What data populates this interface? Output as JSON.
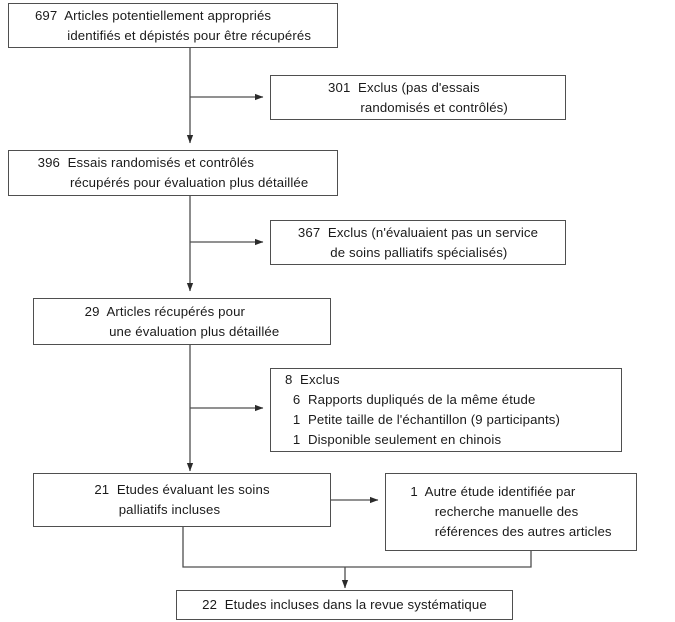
{
  "diagram": {
    "type": "flowchart",
    "title": "PRISMA-style study selection flow diagram (French)",
    "language": "fr",
    "colors": {
      "box_border": "#4f4f4f",
      "connector": "#4f4f4f",
      "text": "#1a1a1a",
      "background": "#ffffff"
    },
    "nodes": [
      {
        "id": "identified",
        "count": "697",
        "line1": "697  Articles potentiellement appropriés",
        "line2": "identifiés et dépistés pour être récupérés"
      },
      {
        "id": "excluded-1",
        "count": "301",
        "line1": "301  Exclus (pas d'essais",
        "line2": "randomisés et contrôlés)"
      },
      {
        "id": "rct-retrieved",
        "count": "396",
        "line1": "396  Essais randomisés et contrôlés",
        "line2": "récupérés pour évaluation plus détaillée"
      },
      {
        "id": "excluded-2",
        "count": "367",
        "line1": "367  Exclus (n'évaluaient pas un service",
        "line2": "de soins palliatifs spécialisés)"
      },
      {
        "id": "articles-retrieved",
        "count": "29",
        "line1": "29  Articles récupérés pour",
        "line2": "une évaluation plus détaillée"
      },
      {
        "id": "excluded-3",
        "count": "8",
        "line1": "8  Exclus",
        "line2": "6  Rapports dupliqués de la même étude",
        "line3": "1  Petite taille de l'échantillon (9 participants)",
        "line4": "1  Disponible seulement en chinois"
      },
      {
        "id": "studies-included",
        "count": "21",
        "line1": "21  Etudes évaluant les soins",
        "line2": "palliatifs incluses"
      },
      {
        "id": "hand-search",
        "count": "1",
        "line1": "1  Autre étude identifiée par",
        "line2": "recherche manuelle des",
        "line3": "références des autres articles"
      },
      {
        "id": "total-included",
        "count": "22",
        "line1": "22  Etudes incluses dans la revue systématique"
      }
    ],
    "connectors": [
      {
        "id": "trunk-identified-to-rct",
        "from": "identified",
        "to": "rct-retrieved",
        "kind": "vertical-arrow"
      },
      {
        "id": "branch-to-excluded-1",
        "from": "identified",
        "to": "excluded-1",
        "kind": "horizontal-arrow"
      },
      {
        "id": "trunk-rct-to-articles",
        "from": "rct-retrieved",
        "to": "articles-retrieved",
        "kind": "vertical-arrow"
      },
      {
        "id": "branch-to-excluded-2",
        "from": "rct-retrieved",
        "to": "excluded-2",
        "kind": "horizontal-arrow"
      },
      {
        "id": "trunk-articles-to-studies",
        "from": "articles-retrieved",
        "to": "studies-included",
        "kind": "vertical-arrow"
      },
      {
        "id": "branch-to-excluded-3",
        "from": "articles-retrieved",
        "to": "excluded-3",
        "kind": "horizontal-arrow"
      },
      {
        "id": "studies-to-hand-search",
        "from": "studies-included",
        "to": "hand-search",
        "kind": "horizontal-arrow"
      },
      {
        "id": "merge-to-total",
        "from": "studies-included+hand-search",
        "to": "total-included",
        "kind": "merge-arrow"
      }
    ]
  }
}
